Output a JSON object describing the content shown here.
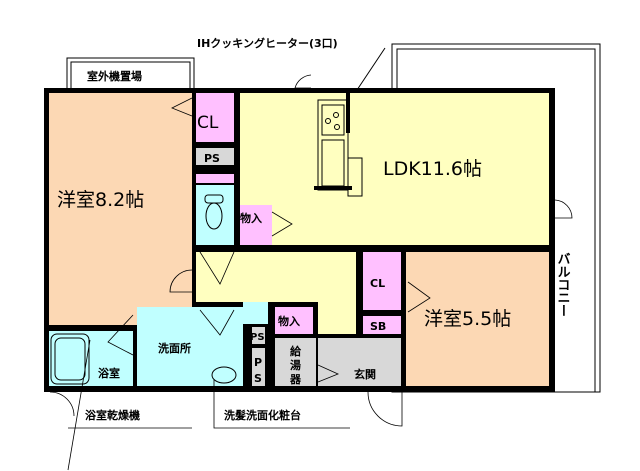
{
  "labels": {
    "ih_heater": "IHクッキングヒーター(3口)",
    "outdoor_unit": "室外機置場",
    "cl_top": "CL",
    "ps_top": "PS",
    "western_room_1": "洋室8.2帖",
    "storage_1": "物入",
    "ldk": "LDK11.6帖",
    "balcony": "バルコニー",
    "cl_right": "CL",
    "sb": "SB",
    "western_room_2": "洋室5.5帖",
    "storage_2": "物入",
    "ps_small": "PS",
    "ps_lower_p": "P",
    "ps_lower_s": "S",
    "washroom": "洗面所",
    "bathroom": "浴室",
    "water_heater_1": "給",
    "water_heater_2": "湯",
    "water_heater_3": "器",
    "entrance": "玄関",
    "bath_dryer": "浴室乾燥機",
    "vanity": "洗髪洗面化粧台"
  },
  "colors": {
    "western_room": "#fcd8b4",
    "closet": "#ffc0ff",
    "ldk": "#ffffc0",
    "wet_area": "#c0ffff",
    "utility": "#d8d8d8",
    "wall": "#000000"
  }
}
